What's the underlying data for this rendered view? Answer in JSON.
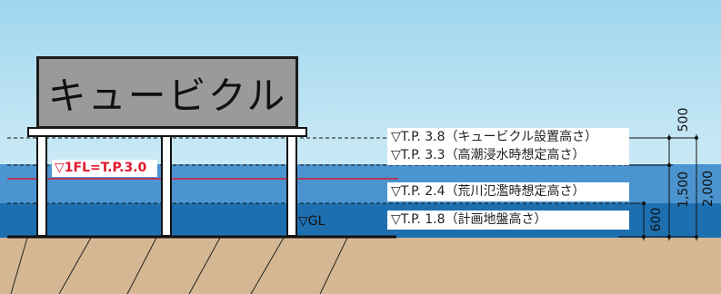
{
  "cubicle": {
    "title": "キュービクル"
  },
  "labels": {
    "tp38": "▽T.P. 3.8（キュービクル設置高さ）",
    "tp33": "▽T.P. 3.3（高潮浸水時想定高さ）",
    "tp24": "▽T.P. 2.4（荒川氾濫時想定高さ）",
    "tp18": "▽T.P. 1.8（計画地盤高さ）",
    "first_floor": "▽1FL=T.P.3.0",
    "ground_level": "▽GL"
  },
  "dimensions": {
    "d500": "500",
    "d1500": "1,500",
    "d2000": "2,000",
    "d600": "600"
  },
  "colors": {
    "sky": "#9fd6ee",
    "water_light": "#4b94cf",
    "water_dark": "#1d6fb0",
    "ground": "#d5b893",
    "cubicle": "#9a9a9a",
    "first_floor_line": "#e0182d"
  }
}
